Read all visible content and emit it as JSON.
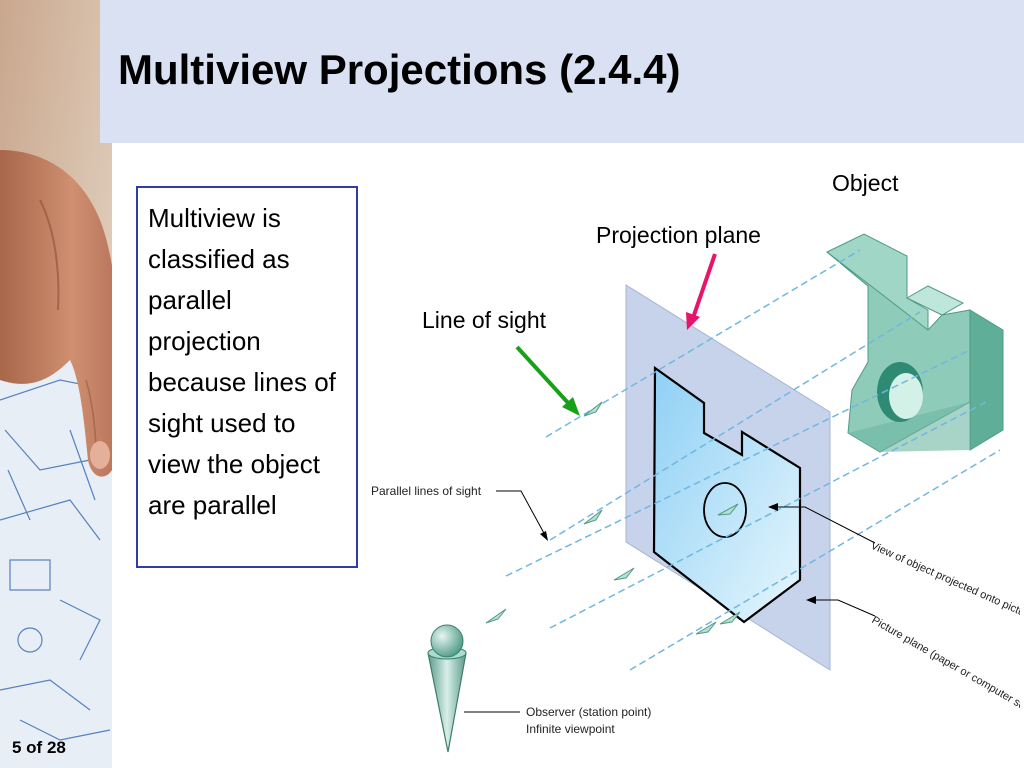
{
  "slide": {
    "title": "Multiview Projections (2.4.4)",
    "body_text": "Multiview is classified as parallel projection because lines of sight used to view the object are parallel",
    "page_number": "5 of 28"
  },
  "diagram": {
    "labels": {
      "object": "Object",
      "projection_plane": "Projection plane",
      "line_of_sight": "Line of sight"
    },
    "annotations": {
      "parallel_lines": "Parallel lines of sight",
      "view_projected": "View of object projected onto picture plane",
      "picture_plane": "Picture plane (paper or computer screen)",
      "observer_line1": "Observer (station point)",
      "observer_line2": "Infinite viewpoint"
    }
  },
  "colors": {
    "title_bar": "#d9e1f2",
    "text_box_border": "#2f3f9f",
    "object_fill": "#7fc5b2",
    "plane_fill": "#c7d3ea",
    "projection_arrow": "#e8146c",
    "sight_arrow": "#19a019"
  }
}
